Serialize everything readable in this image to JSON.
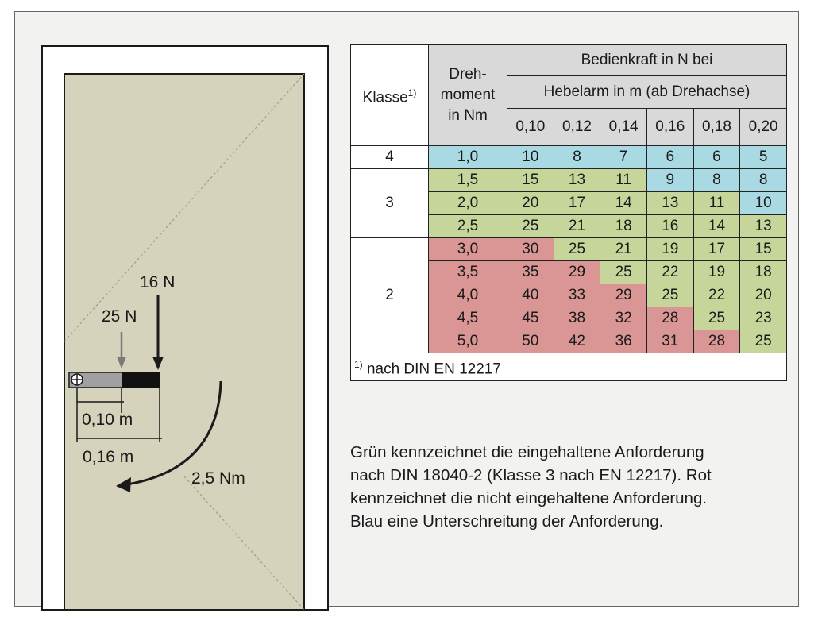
{
  "diagram": {
    "force_left_label": "25 N",
    "force_right_label": "16 N",
    "torque_label": "2,5 Nm",
    "lever_short_label": "0,10 m",
    "lever_long_label": "0,16 m"
  },
  "table": {
    "header_klasse": "Klasse",
    "header_klasse_note": "1)",
    "header_drehmoment_lines": [
      "Dreh-",
      "moment",
      "in Nm"
    ],
    "header_bedienkraft": "Bedienkraft in N bei",
    "header_hebelarm": "Hebelarm in m (ab Drehachse)",
    "lever_lengths": [
      "0,10",
      "0,12",
      "0,14",
      "0,16",
      "0,18",
      "0,20"
    ],
    "classes": [
      {
        "klasse": "4",
        "rows": [
          {
            "torque": "1,0",
            "forces": [
              "10",
              "8",
              "7",
              "6",
              "6",
              "5"
            ],
            "colors": [
              "b",
              "b",
              "b",
              "b",
              "b",
              "b"
            ]
          }
        ]
      },
      {
        "klasse": "3",
        "rows": [
          {
            "torque": "1,5",
            "forces": [
              "15",
              "13",
              "11",
              "9",
              "8",
              "8"
            ],
            "colors": [
              "g",
              "g",
              "g",
              "b",
              "b",
              "b"
            ]
          },
          {
            "torque": "2,0",
            "forces": [
              "20",
              "17",
              "14",
              "13",
              "11",
              "10"
            ],
            "colors": [
              "g",
              "g",
              "g",
              "g",
              "g",
              "b"
            ]
          },
          {
            "torque": "2,5",
            "forces": [
              "25",
              "21",
              "18",
              "16",
              "14",
              "13"
            ],
            "colors": [
              "g",
              "g",
              "g",
              "g",
              "g",
              "g"
            ]
          }
        ]
      },
      {
        "klasse": "2",
        "rows": [
          {
            "torque": "3,0",
            "forces": [
              "30",
              "25",
              "21",
              "19",
              "17",
              "15"
            ],
            "colors": [
              "r",
              "g",
              "g",
              "g",
              "g",
              "g"
            ]
          },
          {
            "torque": "3,5",
            "forces": [
              "35",
              "29",
              "25",
              "22",
              "19",
              "18"
            ],
            "colors": [
              "r",
              "r",
              "g",
              "g",
              "g",
              "g"
            ]
          },
          {
            "torque": "4,0",
            "forces": [
              "40",
              "33",
              "29",
              "25",
              "22",
              "20"
            ],
            "colors": [
              "r",
              "r",
              "r",
              "g",
              "g",
              "g"
            ]
          },
          {
            "torque": "4,5",
            "forces": [
              "45",
              "38",
              "32",
              "28",
              "25",
              "23"
            ],
            "colors": [
              "r",
              "r",
              "r",
              "r",
              "g",
              "g"
            ]
          },
          {
            "torque": "5,0",
            "forces": [
              "50",
              "42",
              "36",
              "31",
              "28",
              "25"
            ],
            "colors": [
              "r",
              "r",
              "r",
              "r",
              "r",
              "g"
            ]
          }
        ]
      }
    ],
    "torque_colors": [
      "b",
      "g",
      "g",
      "g",
      "r",
      "r",
      "r",
      "r",
      "r"
    ],
    "footnote_mark": "1)",
    "footnote_text": " nach DIN EN 12217"
  },
  "legend": {
    "text": "Grün kennzeichnet die eingehaltene Anforderung\nnach DIN 18040-2 (Klasse 3 nach EN 12217). Rot\nkennzeichnet die nicht eingehaltene Anforderung.\nBlau eine Unterschreitung der Anforderung."
  },
  "colors": {
    "green": "#c6d69b",
    "red": "#d99694",
    "blue": "#a9d9e3",
    "header_gray": "#d9d9d9",
    "door_panel": "#d5d3bc"
  }
}
